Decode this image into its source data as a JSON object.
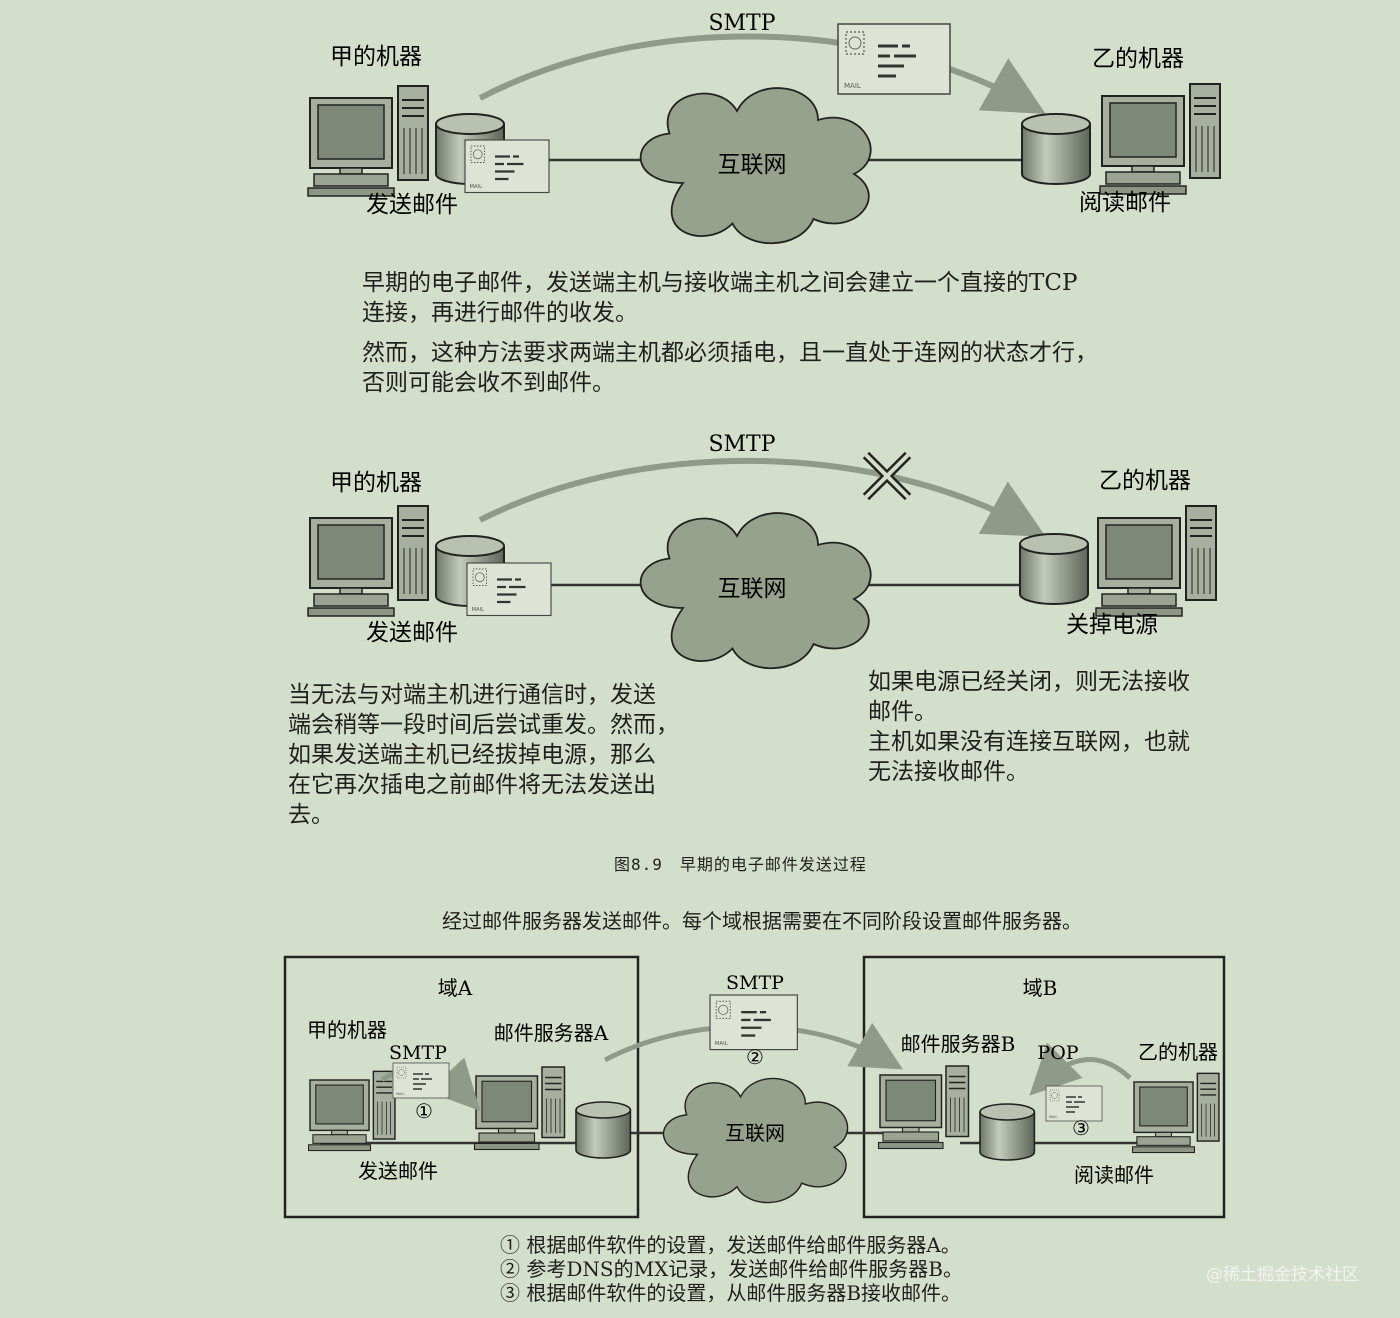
{
  "colors": {
    "background": "#d4dfcb",
    "cloud_fill": "#97a28d",
    "device_fill": "#9aa493",
    "arrow": "#8f9a88",
    "line": "#333333"
  },
  "icons": [
    "computer-icon",
    "database-icon",
    "mail-envelope-icon",
    "internet-cloud-icon",
    "curved-arrow-icon",
    "cross-mark-icon"
  ],
  "diagram1": {
    "protocol": "SMTP",
    "machine_a": "甲的机器",
    "machine_b": "乙的机器",
    "send_label": "发送邮件",
    "read_label": "阅读邮件",
    "internet": "互联网",
    "mail_stamp": "MAIL",
    "paragraph1": [
      "早期的电子邮件，发送端主机与接收端主机之间会建立一个直接的TCP",
      "连接，再进行邮件的收发。"
    ],
    "paragraph2": [
      "然而，这种方法要求两端主机都必须插电，且一直处于连网的状态才行，",
      "否则可能会收不到邮件。"
    ]
  },
  "diagram2": {
    "protocol": "SMTP",
    "machine_a": "甲的机器",
    "machine_b": "乙的机器",
    "send_label": "发送邮件",
    "power_off_label": "关掉电源",
    "internet": "互联网",
    "mail_stamp": "MAIL",
    "left_text": [
      "当无法与对端主机进行通信时，发送",
      "端会稍等一段时间后尝试重发。然而，",
      "如果发送端主机已经拔掉电源，那么",
      "在它再次插电之前邮件将无法发送出",
      "去。"
    ],
    "right_text": [
      "如果电源已经关闭，则无法接收",
      "邮件。",
      "主机如果没有连接互联网，也就",
      "无法接收邮件。"
    ]
  },
  "figure_caption": "图8.9　早期的电子邮件发送过程",
  "diagram3": {
    "intro": "经过邮件服务器发送邮件。每个域根据需要在不同阶段设置邮件服务器。",
    "domain_a": "域A",
    "domain_b": "域B",
    "machine_a": "甲的机器",
    "server_a": "邮件服务器A",
    "smtp_local": "SMTP",
    "step1": "①",
    "send_label": "发送邮件",
    "smtp_internet": "SMTP",
    "step2": "②",
    "internet": "互联网",
    "server_b": "邮件服务器B",
    "pop": "POP",
    "machine_b": "乙的机器",
    "step3": "③",
    "read_label": "阅读邮件",
    "mail_stamp": "MAIL",
    "notes": [
      "① 根据邮件软件的设置，发送邮件给邮件服务器A。",
      "② 参考DNS的MX记录，发送邮件给邮件服务器B。",
      "③ 根据邮件软件的设置，从邮件服务器B接收邮件。"
    ]
  },
  "watermark": "@稀土掘金技术社区"
}
